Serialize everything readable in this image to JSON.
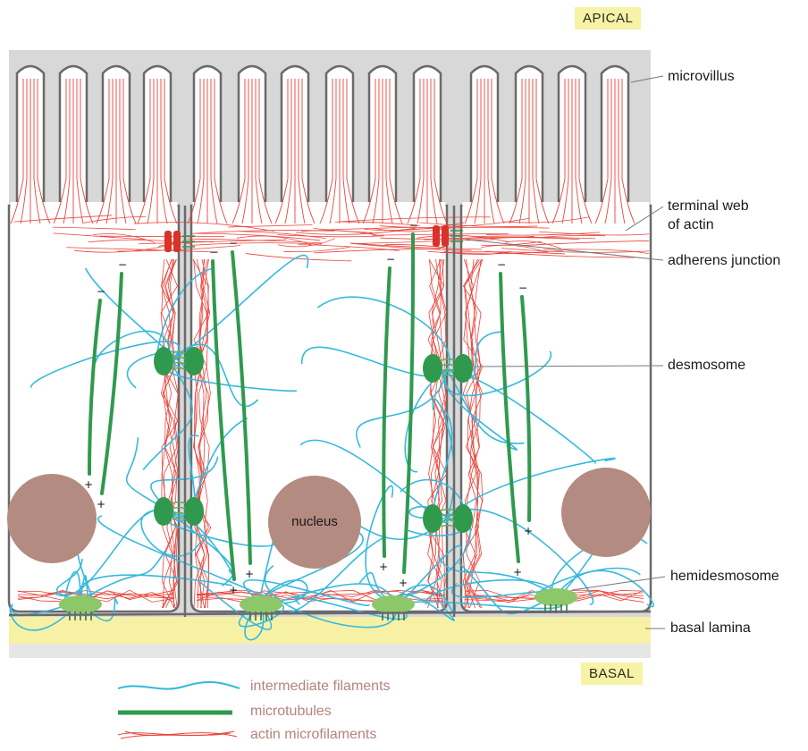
{
  "orientation": {
    "apical": "APICAL",
    "basal": "BASAL"
  },
  "labels": {
    "microvillus": "microvillus",
    "terminal_web_1": "terminal web",
    "terminal_web_2": "of actin",
    "adherens_junction": "adherens junction",
    "desmosome": "desmosome",
    "hemidesmosome": "hemidesmosome",
    "basal_lamina": "basal lamina",
    "nucleus": "nucleus"
  },
  "legend": [
    {
      "label": "intermediate filaments",
      "color": "#35b9dd",
      "icon": "wavy-line-icon"
    },
    {
      "label": "microtubules",
      "color": "#2f9a4e",
      "icon": "thick-line-icon"
    },
    {
      "label": "actin microfilaments",
      "color": "#e8453c",
      "icon": "crossing-lines-icon"
    }
  ],
  "colors": {
    "intermediate_filaments": "#35b9dd",
    "microtubules": "#2f9a4e",
    "actin": "#e8453c",
    "membrane": "#6a6a6a",
    "extracellular": "#d8d8d8",
    "basal_lamina": "#f7f1a6",
    "nucleus": "#b48b80",
    "junction_red": "#d9322a",
    "desmosome_green": "#2f9a4e",
    "hemidesmosome_green": "#8cc86a"
  },
  "symbols": {
    "minus": "−",
    "plus": "+"
  }
}
